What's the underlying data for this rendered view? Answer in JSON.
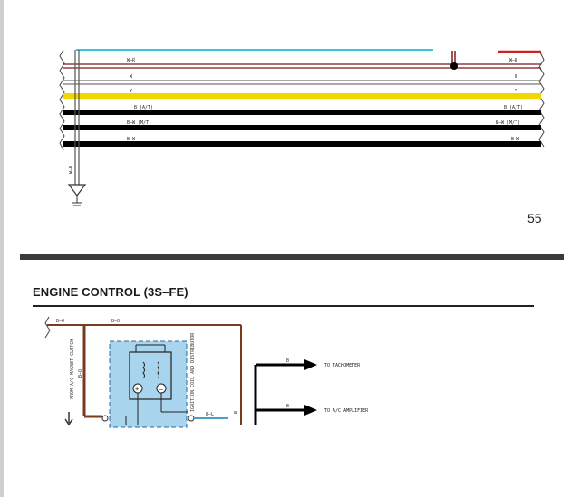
{
  "page": {
    "page_number": "55",
    "section_title": "ENGINE CONTROL (3S–FE)"
  },
  "top_diagram": {
    "wires": [
      {
        "label_left": "W–R",
        "label_right": "W–R",
        "color": "#7a1a1a"
      },
      {
        "label_left": "W",
        "label_right": "W",
        "color": "#555555"
      },
      {
        "label_left": "Y",
        "label_right": "Y",
        "color": "#f2d600"
      },
      {
        "label_left": "B (A/T)",
        "label_right": "B (A/T)",
        "color": "#000000"
      },
      {
        "label_left": "B–W (M/T)",
        "label_right": "B–W (M/T)",
        "color": "#000000"
      },
      {
        "label_left": "B–W",
        "label_right": "B–W",
        "color": "#000000"
      }
    ],
    "ground_wire_label": "W–B",
    "accent_colors": {
      "cyan": "#35c6d8",
      "red": "#d42020"
    }
  },
  "bottom_diagram": {
    "wire_labels": {
      "top_left": "B–O",
      "top_mid": "B–O",
      "vertical_left": "B–O",
      "from_ac": "FROM A/C MAGNET CLUTCH",
      "ignition": "IGNITION COIL AND DISTRIBUTOR",
      "wl": "W–L",
      "b_vertical": "B",
      "b_upper": "B",
      "b_lower": "B"
    },
    "outputs": [
      {
        "label": "TO TACHOMETER"
      },
      {
        "label": "TO A/C AMPLIFIER"
      }
    ],
    "ignition_fill": "#a9d4ee"
  }
}
